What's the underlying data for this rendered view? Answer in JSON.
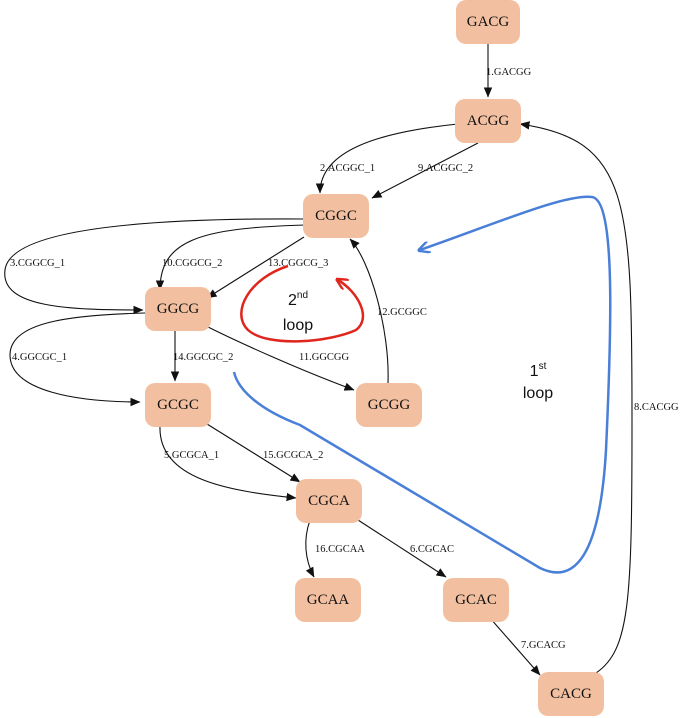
{
  "nodes": {
    "GACG": "GACG",
    "ACGG": "ACGG",
    "CGGC": "CGGC",
    "GGCG": "GGCG",
    "GCGC": "GCGC",
    "GCGG": "GCGG",
    "CGCA": "CGCA",
    "GCAA": "GCAA",
    "GCAC": "GCAC",
    "CACG": "CACG"
  },
  "edges": {
    "e1": "1.GACGG",
    "e2": "2.ACGGC_1",
    "e3": "3.CGGCG_1",
    "e4": "4.GGCGC_1",
    "e5": "5.GCGCA_1",
    "e6": "6.CGCAC",
    "e7": "7.GCACG",
    "e8": "8.CACGG",
    "e9": "9.ACGGC_2",
    "e10": "10.CGGCG_2",
    "e11": "11.GGCGG",
    "e12": "12.GCGGC",
    "e13": "13.CGGCG_3",
    "e14": "14.GGCGC_2",
    "e15": "15.GCGCA_2",
    "e16": "16.CGCAA"
  },
  "annotations": {
    "loop1": {
      "num": "1",
      "sup": "st",
      "word": "loop",
      "color": "#4a7fd8"
    },
    "loop2": {
      "num": "2",
      "sup": "nd",
      "word": "loop",
      "color": "#e0261c"
    }
  },
  "colors": {
    "node_fill": "#f2c0a0",
    "edge": "#111111"
  }
}
